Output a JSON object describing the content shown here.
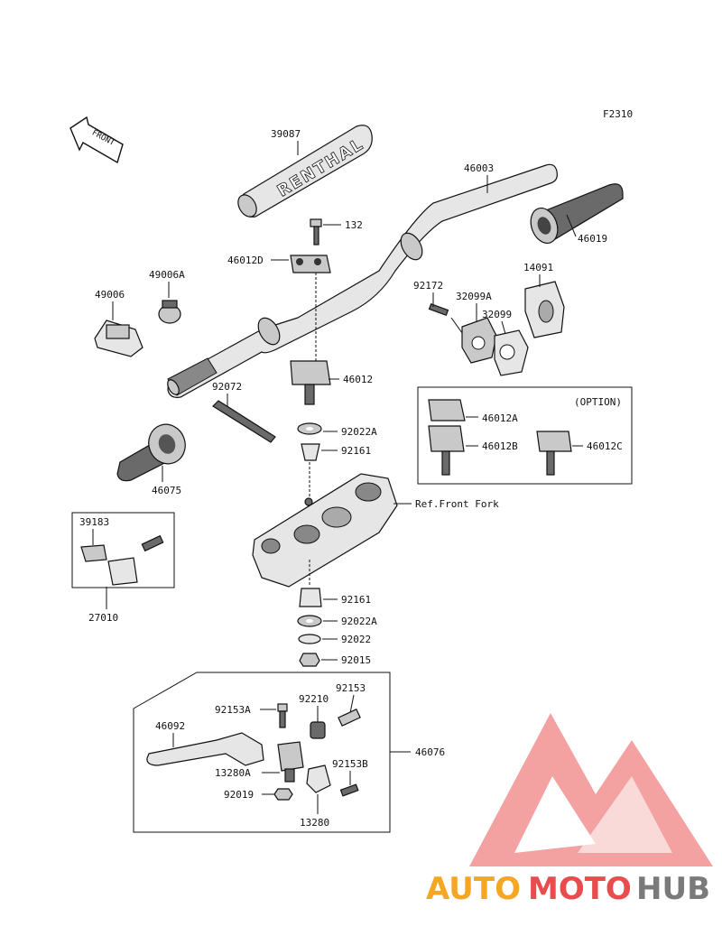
{
  "figure_code": "F2310",
  "front_arrow": "FRONT",
  "grip_brand": "RENTHAL",
  "labels": {
    "p39087": "39087",
    "p46003": "46003",
    "p46019": "46019",
    "p132": "132",
    "p46012D": "46012D",
    "p49006A": "49006A",
    "p49006": "49006",
    "p92172": "92172",
    "p32099A": "32099A",
    "p32099": "32099",
    "p14091": "14091",
    "p46012": "46012",
    "p92072": "92072",
    "p92022A_top": "92022A",
    "p92161_top": "92161",
    "p46075": "46075",
    "p46012A": "46012A",
    "p46012B": "46012B",
    "p46012C": "46012C",
    "option": "(OPTION)",
    "ref_front_fork": "Ref.Front Fork",
    "p39183": "39183",
    "p27010": "27010",
    "p92161_bot": "92161",
    "p92022A_bot": "92022A",
    "p92022": "92022",
    "p92015": "92015",
    "p92153A": "92153A",
    "p92210": "92210",
    "p92153": "92153",
    "p46092": "46092",
    "p46076": "46076",
    "p13280A": "13280A",
    "p92153B": "92153B",
    "p92019": "92019",
    "p13280": "13280"
  },
  "watermark": {
    "part1": "AUTO",
    "part2": "MOTO",
    "part3": "HUB",
    "color_orange": "#f5a623",
    "color_red": "#e84c4c",
    "color_gray": "#7a7a7a"
  }
}
